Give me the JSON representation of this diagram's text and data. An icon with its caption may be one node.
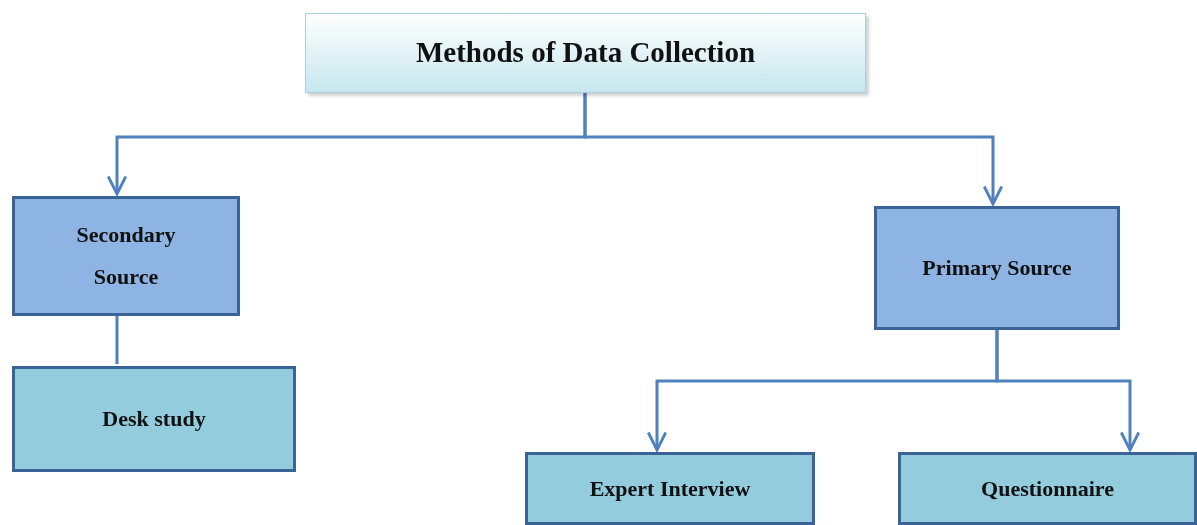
{
  "diagram": {
    "nodes": [
      {
        "text": [
          "Methods of Data Collection"
        ]
      },
      {
        "text": [
          "Secondary Source"
        ]
      },
      {
        "text": [
          "Desk study"
        ]
      },
      {
        "text": [
          "Primary Source"
        ]
      },
      {
        "text": [
          "Expert Interview"
        ]
      },
      {
        "text": [
          "Questionnaire"
        ]
      }
    ],
    "edges": [
      {
        "from": 0,
        "to": 1,
        "arrow": "to"
      },
      {
        "from": 0,
        "to": 3,
        "arrow": "to"
      },
      {
        "from": 1,
        "to": 2,
        "arrow": "none"
      },
      {
        "from": 3,
        "to": 4,
        "arrow": "to"
      },
      {
        "from": 3,
        "to": 5,
        "arrow": "to"
      }
    ]
  }
}
